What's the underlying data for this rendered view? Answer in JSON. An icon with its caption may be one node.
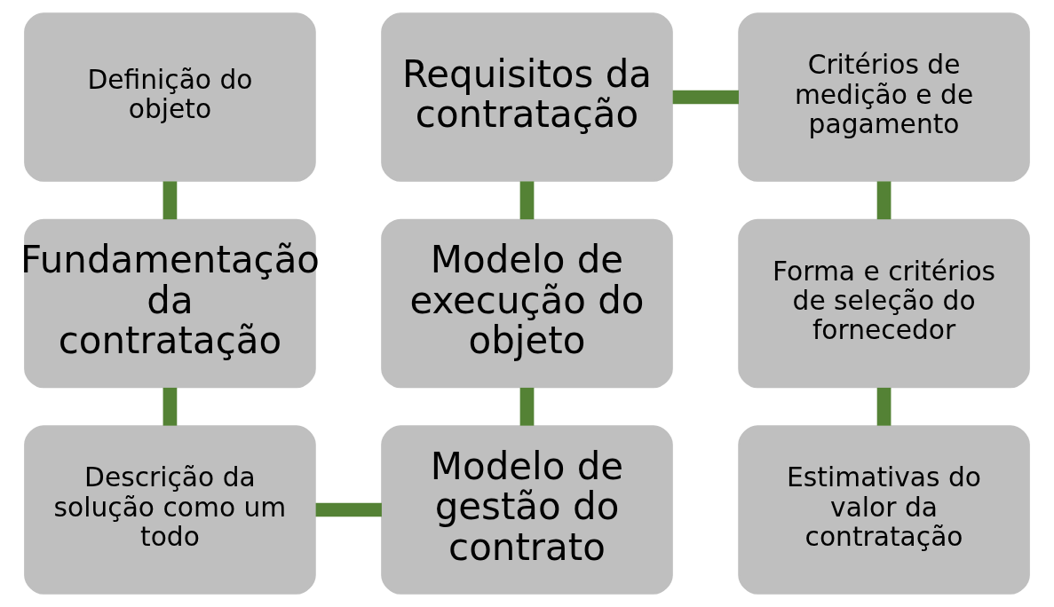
{
  "diagram": {
    "nodes": [
      {
        "text": [
          "Definição do objeto"
        ]
      },
      {
        "text": [
          "Requisitos da contratação"
        ]
      },
      {
        "text": [
          "Critérios de medição e de pagamento"
        ]
      },
      {
        "text": [
          "Fundamentação da contratação"
        ]
      },
      {
        "text": [
          "Modelo de execução do objeto"
        ]
      },
      {
        "text": [
          "Forma e critérios de seleção do fornecedor"
        ]
      },
      {
        "text": [
          "Descrição da solução como um todo"
        ]
      },
      {
        "text": [
          "Modelo de gestão do contrato"
        ]
      },
      {
        "text": [
          "Estimativas do valor da contratação"
        ]
      }
    ],
    "edges": [
      {
        "from": 0,
        "to": 3,
        "arrow": "none"
      },
      {
        "from": 3,
        "to": 6,
        "arrow": "none"
      },
      {
        "from": 6,
        "to": 7,
        "arrow": "none"
      },
      {
        "from": 7,
        "to": 4,
        "arrow": "none"
      },
      {
        "from": 4,
        "to": 1,
        "arrow": "none"
      },
      {
        "from": 1,
        "to": 2,
        "arrow": "none"
      },
      {
        "from": 2,
        "to": 5,
        "arrow": "none"
      },
      {
        "from": 5,
        "to": 8,
        "arrow": "none"
      }
    ]
  }
}
